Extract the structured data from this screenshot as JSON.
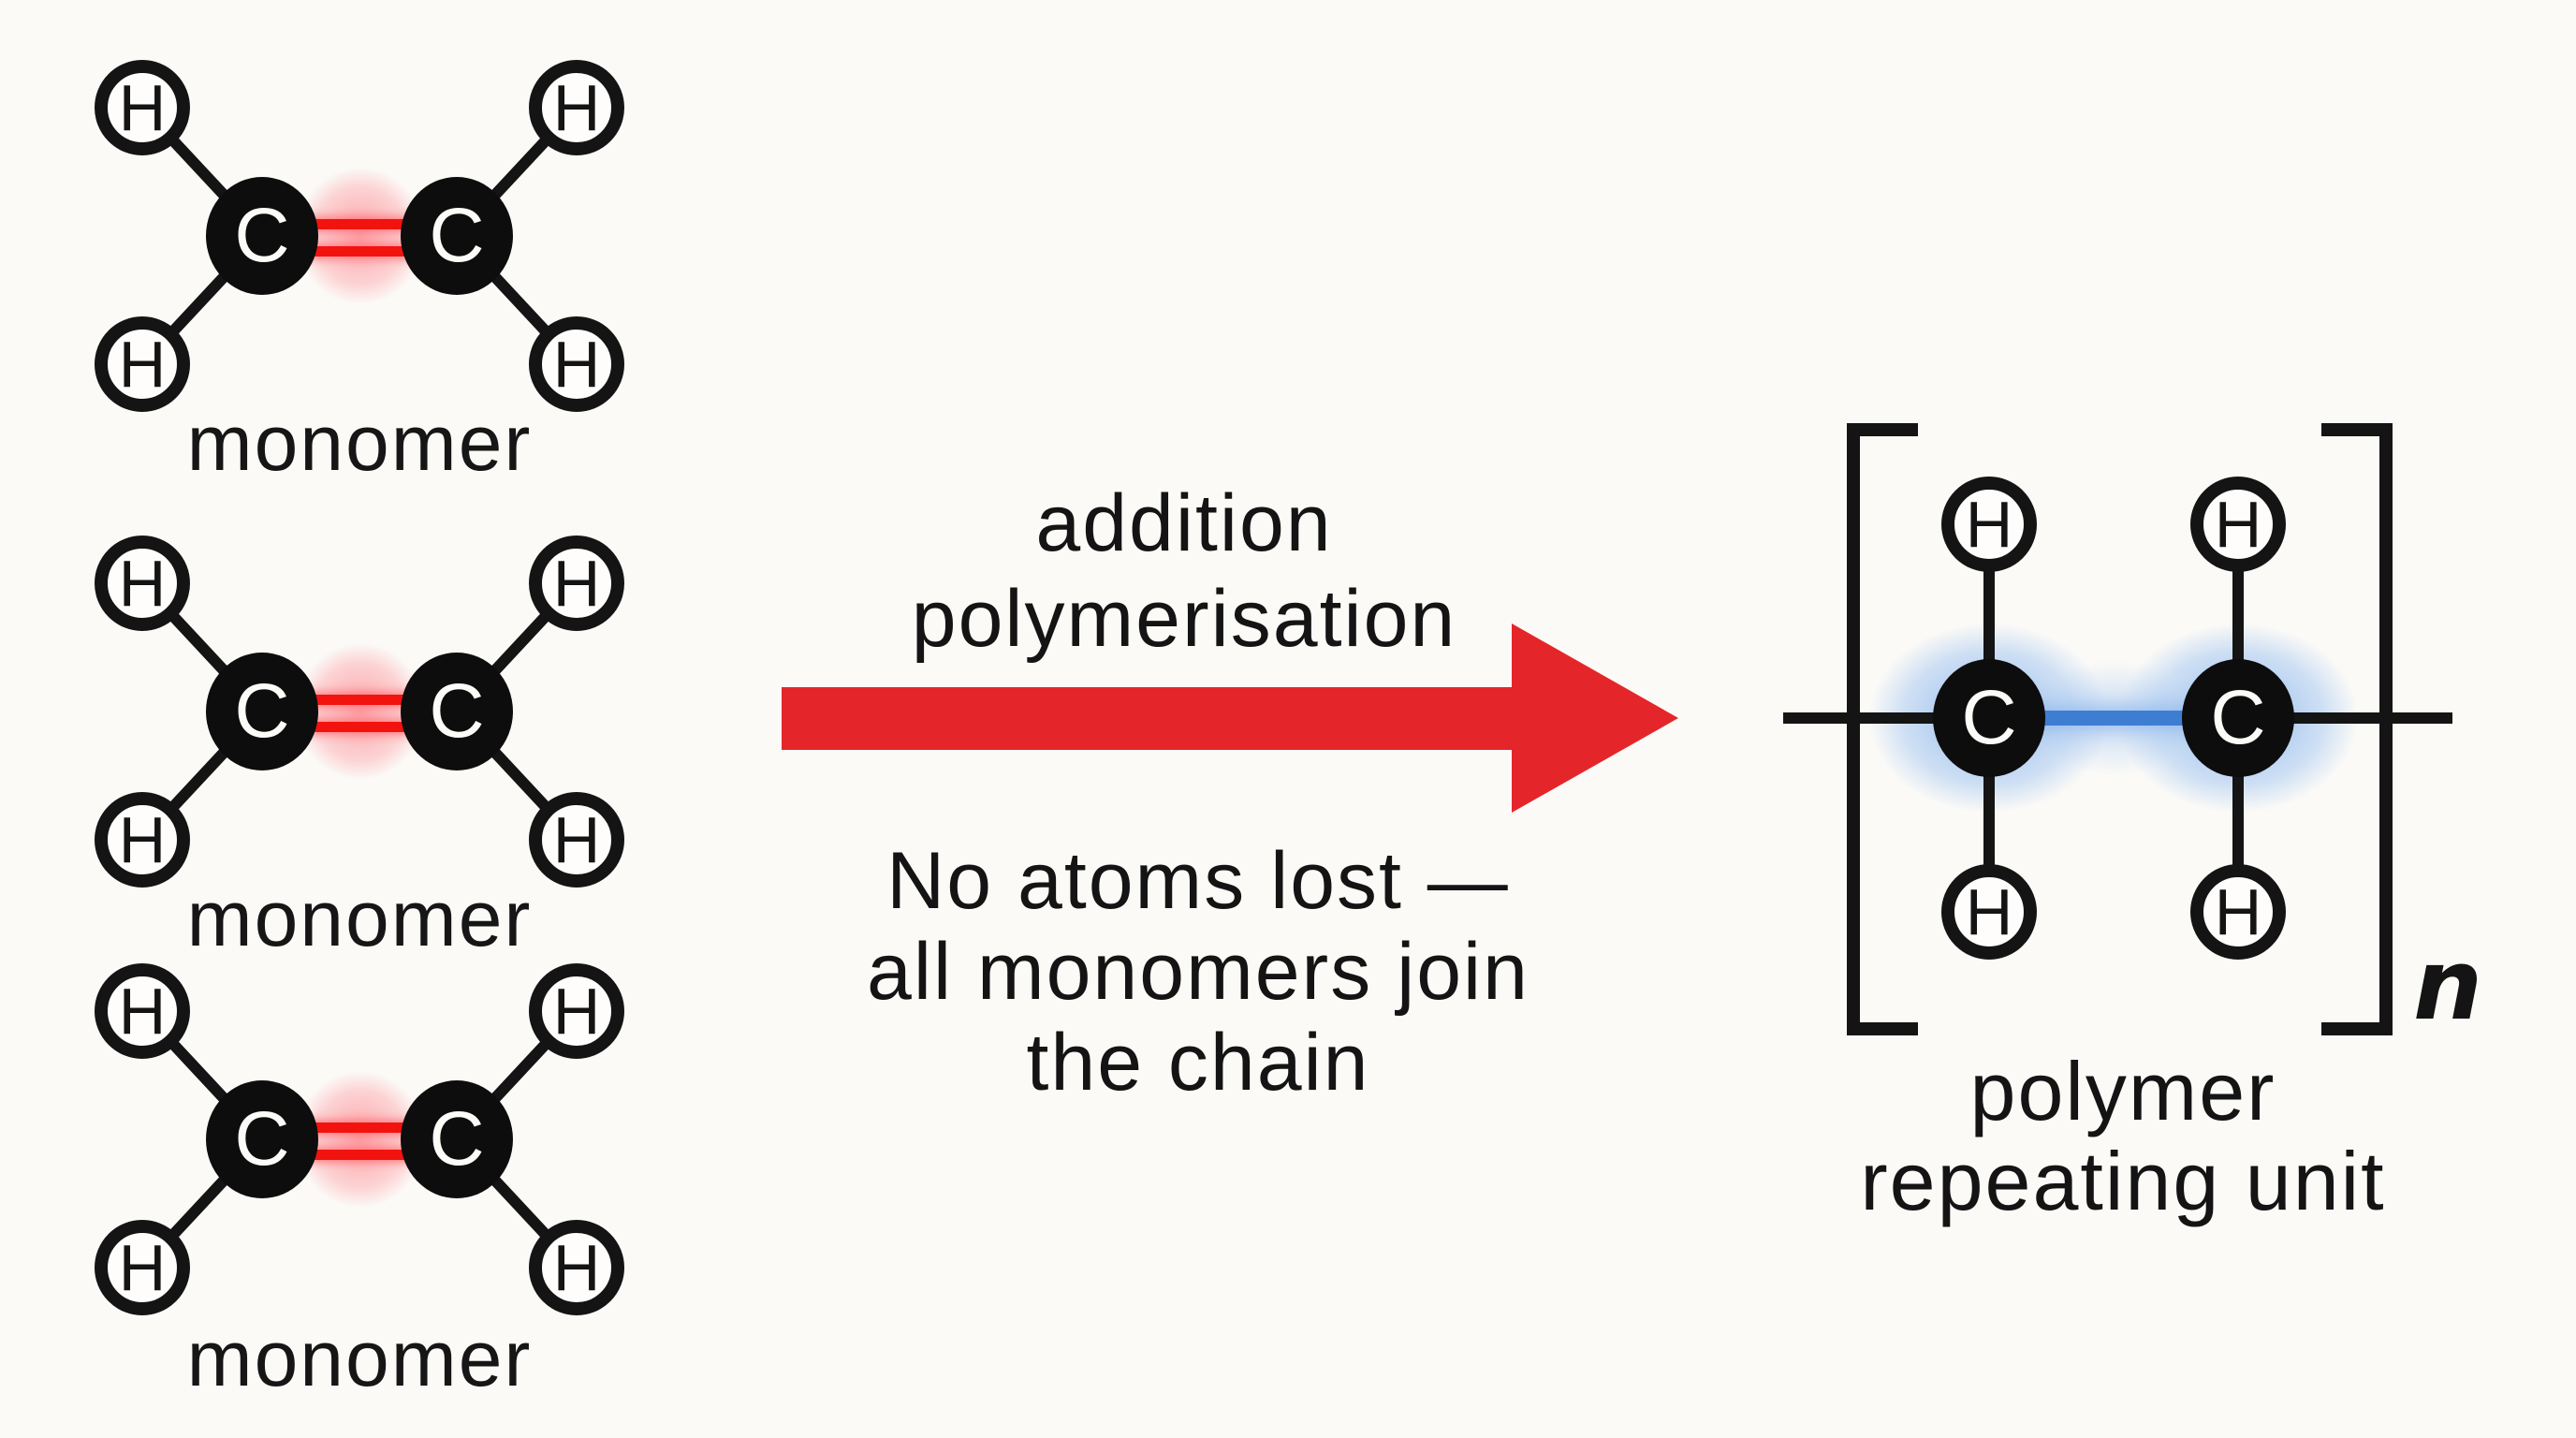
{
  "colors": {
    "ink": "#141414",
    "background": "#fbfaf7",
    "arrow_red": "#e4262a",
    "double_bond_red": "#f2130f",
    "single_bond_blue": "#3d7ed2",
    "red_glow": "#ff5a64",
    "blue_glow": "#78aaeb"
  },
  "atoms": {
    "carbon": "C",
    "hydrogen": "H"
  },
  "monomers": [
    {
      "label": "monomer"
    },
    {
      "label": "monomer"
    },
    {
      "label": "monomer"
    }
  ],
  "process": {
    "title_line1": "addition",
    "title_line2": "polymerisation",
    "note_line1": "No atoms lost —",
    "note_line2": "all monomers join",
    "note_line3": "the chain"
  },
  "polymer": {
    "subscript": "n",
    "caption_line1": "polymer",
    "caption_line2": "repeating unit"
  }
}
